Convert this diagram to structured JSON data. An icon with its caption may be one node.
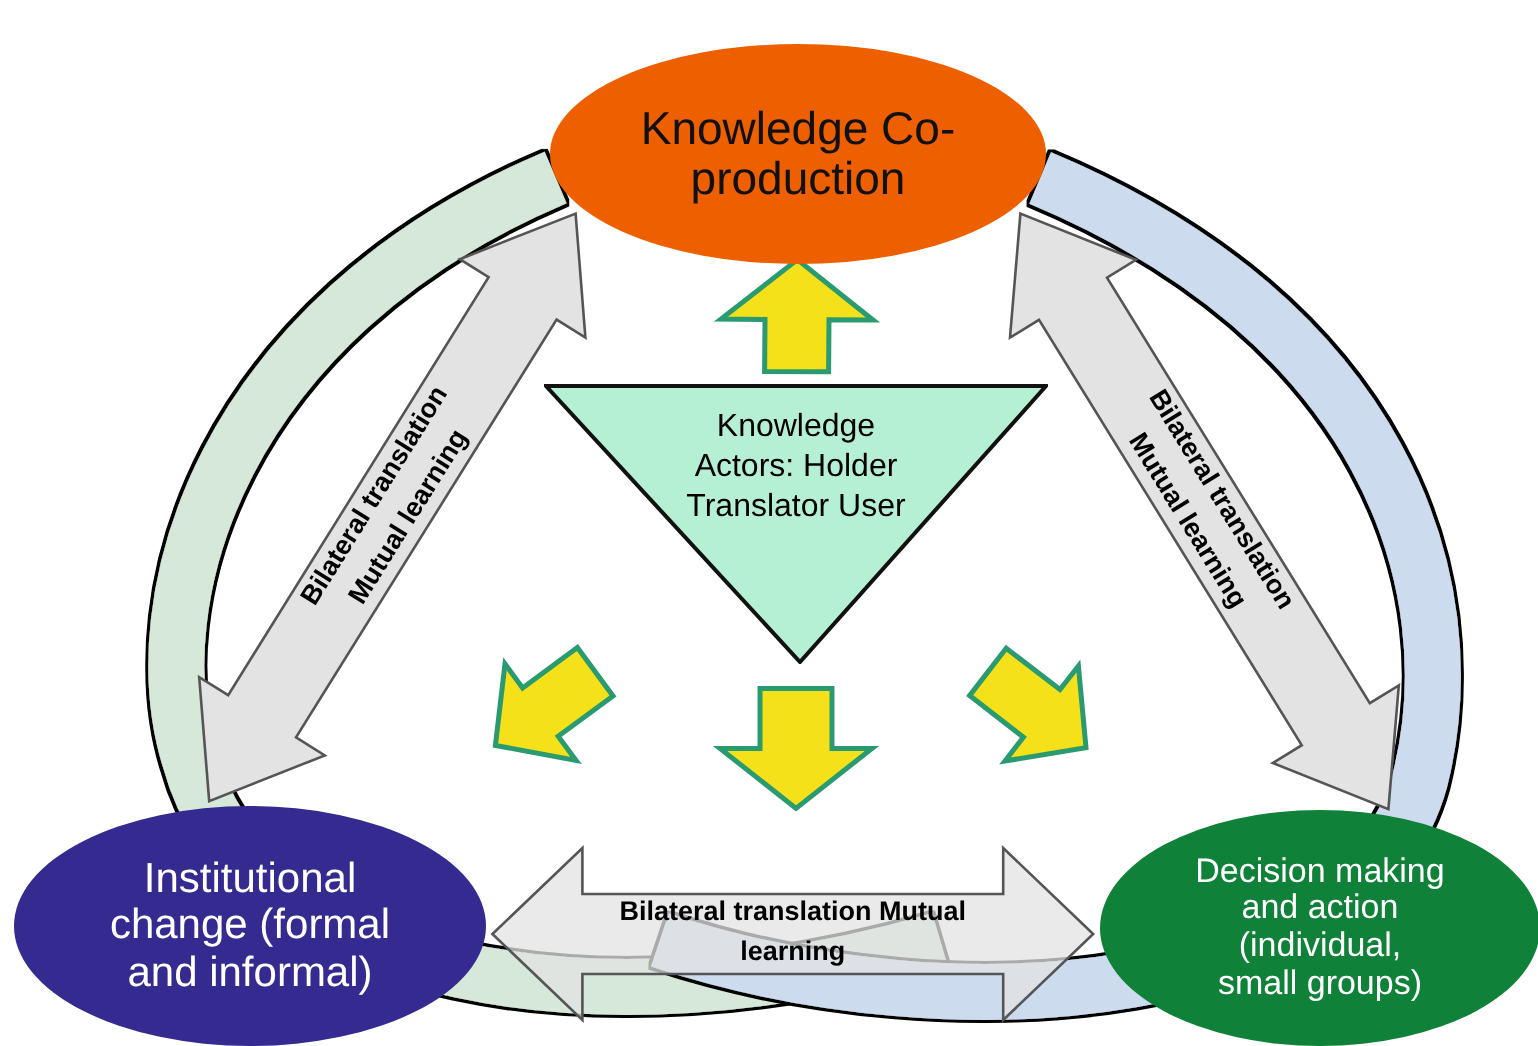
{
  "diagram": {
    "nodes": [
      {
        "text": [
          "Knowledge Co-production"
        ]
      },
      {
        "text": [
          "Knowledge Actors: Holder Translator User"
        ]
      },
      {
        "text": [
          "Institutional change (formal and informal)"
        ]
      },
      {
        "text": [
          "Decision making and action (individual, small groups)"
        ]
      }
    ],
    "edges": [
      {
        "from": 1,
        "to": 0,
        "arrow": "to"
      },
      {
        "from": 1,
        "to": 2,
        "arrow": "to"
      },
      {
        "from": 1,
        "to": 3,
        "arrow": "to"
      },
      {
        "from": 1,
        "to": null,
        "arrow": "to"
      },
      {
        "from": 0,
        "to": 2,
        "arrow": "both",
        "label": "Bilateral translation Mutual learning",
        "color": "#e3e3e3"
      },
      {
        "from": 0,
        "to": 3,
        "arrow": "both",
        "label": "Bilateral translation Mutual learning",
        "color": "#e3e3e3"
      },
      {
        "from": 2,
        "to": 3,
        "arrow": "both",
        "label": "Bilateral translation Mutual learning",
        "color": "#e3e3e3"
      },
      {
        "from": 0,
        "to": null,
        "arrow": "none",
        "color": "#d5e8d9"
      },
      {
        "from": 0,
        "to": null,
        "arrow": "none",
        "color": "#ccdcee"
      }
    ]
  }
}
